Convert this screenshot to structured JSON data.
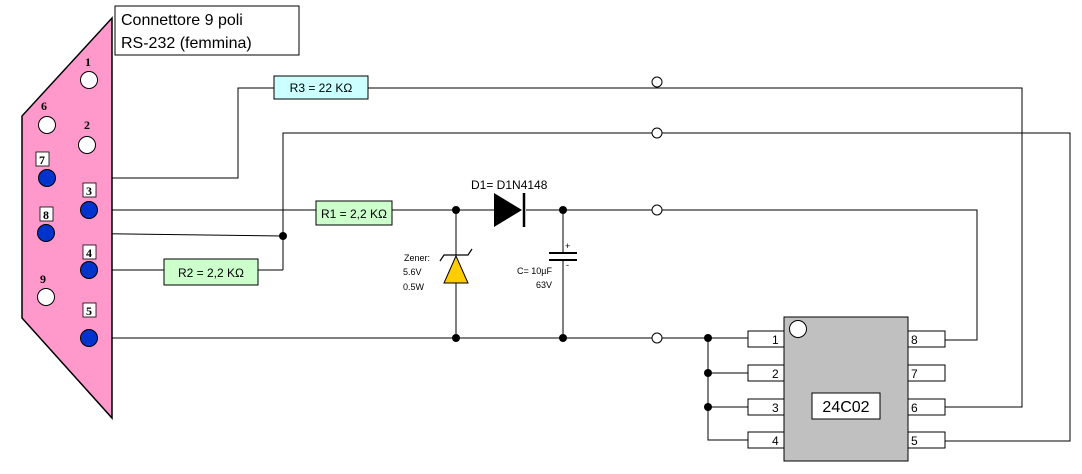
{
  "title": {
    "line1": "Connettore 9 poli",
    "line2": "RS-232 (femmina)"
  },
  "connector_pins": {
    "p1": "1",
    "p2": "2",
    "p3": "3",
    "p4": "4",
    "p5": "5",
    "p6": "6",
    "p7": "7",
    "p8": "8",
    "p9": "9"
  },
  "resistors": {
    "r3": "R3 = 22 KΩ",
    "r1": "R1 = 2,2 KΩ",
    "r2": "R2 = 2,2 KΩ"
  },
  "diode": {
    "label": "D1= D1N4148"
  },
  "zener": {
    "line1": "Zener:",
    "line2": "5.6V",
    "line3": "0.5W"
  },
  "capacitor": {
    "line1": "C= 10µF",
    "line2": "63V",
    "plus": "+",
    "minus": "-"
  },
  "ic": {
    "name": "24C02",
    "left_pins": [
      "1",
      "2",
      "3",
      "4"
    ],
    "right_pins": [
      "8",
      "7",
      "6",
      "5"
    ]
  },
  "colors": {
    "connector_fill": "#ff99cc",
    "pin_active": "#0033cc",
    "r3_fill": "#ccffff",
    "r1_r2_fill": "#ccffcc",
    "zener_fill": "#ffcc00",
    "ic_fill": "#c0c0c0"
  }
}
